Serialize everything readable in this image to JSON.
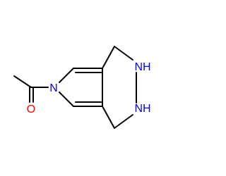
{
  "colors": {
    "bond": "#000000",
    "carbon": "#000000",
    "nitrogen": "#0000ff",
    "oxygen": "#ff0000",
    "background": "#ffffff"
  },
  "atoms": {
    "n_pyrrole": "N",
    "nh_upper": "NH",
    "nh_lower": "NH",
    "o_carbonyl": "O"
  }
}
